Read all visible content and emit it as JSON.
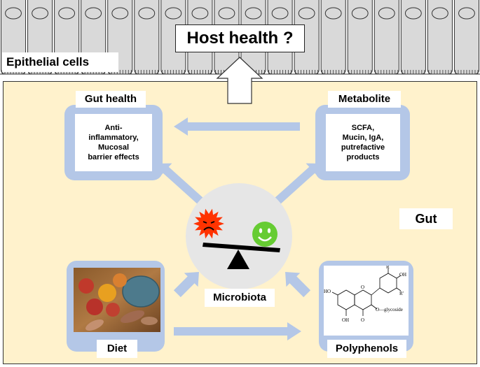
{
  "title": "Host health ?",
  "epithelial_label": "Epithelial cells",
  "gut_label": "Gut",
  "gut_health": {
    "label": "Gut health",
    "text": [
      "Anti-",
      "inflammatory,",
      "Mucosal",
      "barrier effects"
    ]
  },
  "metabolite": {
    "label": "Metabolite",
    "text": [
      "SCFA,",
      "Mucin, IgA,",
      "putrefactive",
      "products"
    ]
  },
  "microbiota_label": "Microbiota",
  "diet_label": "Diet",
  "polyphenols": {
    "label": "Polyphenols",
    "structure_labels": {
      "r_top": "R",
      "oh_right": "OH",
      "r_prime": "R'",
      "ho_left": "HO",
      "oh_bottom": "OH",
      "o_carbonyl": "O",
      "glycoside": "O—glycoside",
      "o_ring": "O"
    }
  },
  "colors": {
    "gut_bg": "#fff2cc",
    "frame": "#b4c7e7",
    "arrow": "#b4c7e7",
    "cell_fill": "#d9d9d9",
    "bad_microbe": "#ff3300",
    "good_microbe": "#66cc33",
    "scale": "#000000"
  }
}
